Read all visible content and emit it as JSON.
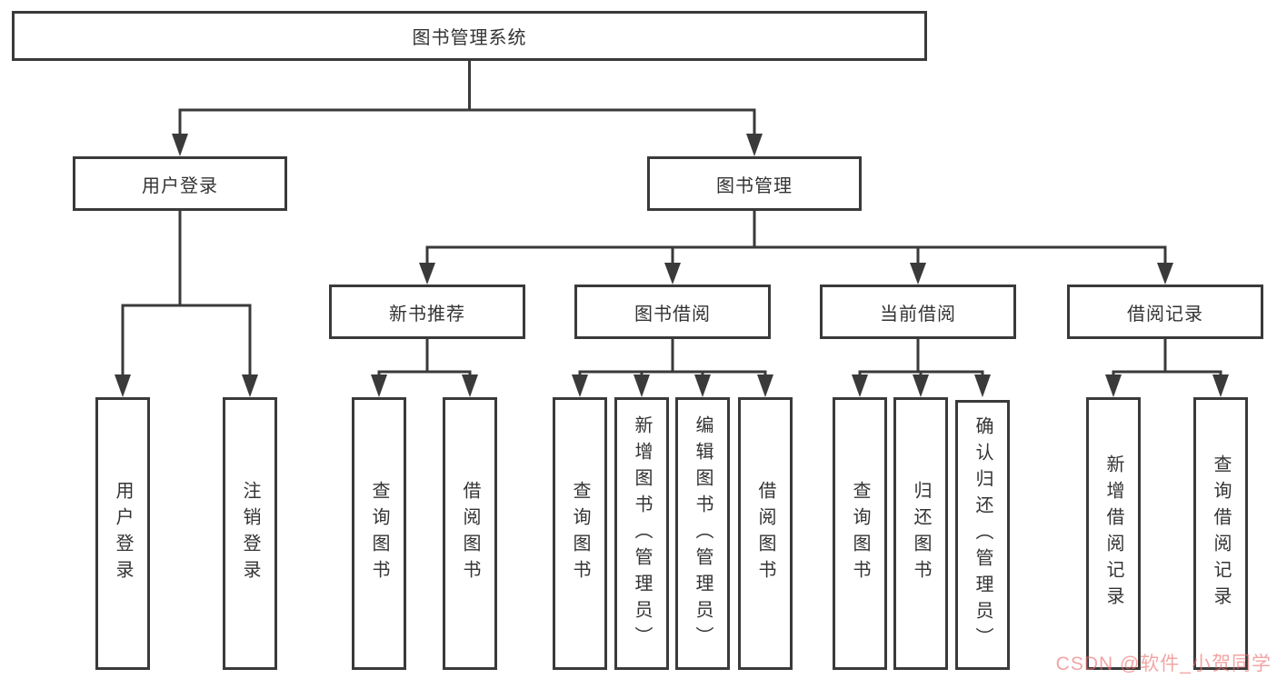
{
  "root": {
    "label": "图书管理系统"
  },
  "branches": {
    "user": {
      "label": "用户登录",
      "children": [
        "用户登录",
        "注销登录"
      ]
    },
    "book": {
      "label": "图书管理"
    }
  },
  "modules": [
    {
      "label": "新书推荐",
      "children": [
        "查询图书",
        "借阅图书"
      ]
    },
    {
      "label": "图书借阅",
      "children": [
        "查询图书",
        "新增图书（管理员）",
        "编辑图书（管理员）",
        "借阅图书"
      ]
    },
    {
      "label": "当前借阅",
      "children": [
        "查询图书",
        "归还图书",
        "确认归还（管理员）"
      ]
    },
    {
      "label": "借阅记录",
      "children": [
        "新增借阅记录",
        "查询借阅记录"
      ]
    }
  ],
  "watermark": {
    "text": "CSDN @软件_小贺同学",
    "color": "#eb6c6c"
  },
  "colors": {
    "line": "#3a3a3a",
    "box_border": "#3a3a3a",
    "text": "#333333",
    "background": "#ffffff"
  }
}
